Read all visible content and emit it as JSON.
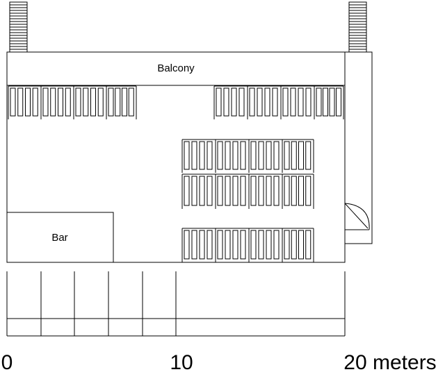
{
  "labels": {
    "balcony": "Balcony",
    "bar": "Bar"
  },
  "scale": {
    "ticks": [
      "0",
      "10",
      "20 meters"
    ]
  }
}
